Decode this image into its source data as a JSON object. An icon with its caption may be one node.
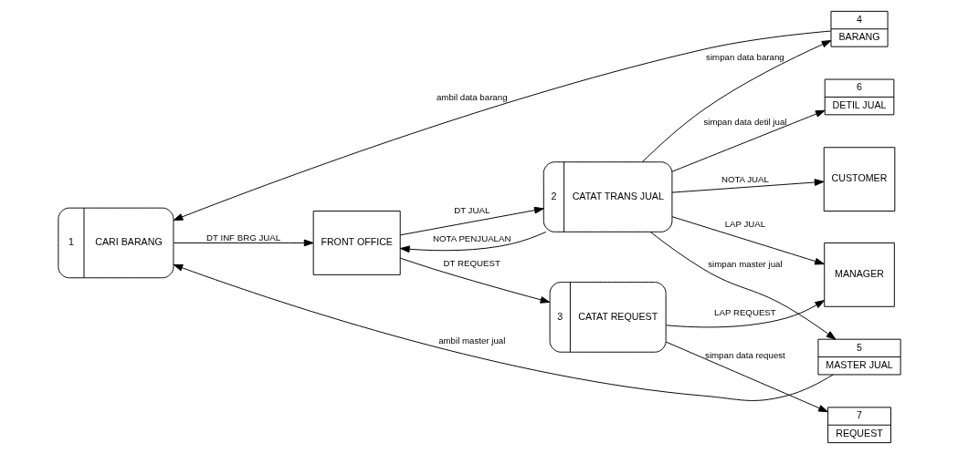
{
  "diagram": {
    "nodes": [
      {
        "text": [
          "1",
          "CARI BARANG"
        ]
      },
      {
        "text": [
          "4",
          "BARANG"
        ]
      },
      {
        "text": [
          "5",
          "MASTER JUAL"
        ]
      },
      {
        "text": [
          "FRONT OFFICE"
        ]
      },
      {
        "text": [
          "2",
          "CATAT TRANS JUAL"
        ]
      },
      {
        "text": [
          "6",
          "DETIL JUAL"
        ]
      },
      {
        "text": [
          "CUSTOMER"
        ]
      },
      {
        "text": [
          "3",
          "CATAT REQUEST"
        ]
      },
      {
        "text": [
          "MANAGER"
        ]
      },
      {
        "text": [
          "7",
          "REQUEST"
        ]
      }
    ],
    "edges": [
      {
        "from": 1,
        "to": 0,
        "arrow": "to",
        "label": "ambil data barang"
      },
      {
        "from": 2,
        "to": 0,
        "arrow": "to",
        "label": "ambil master jual"
      },
      {
        "from": 0,
        "to": 3,
        "arrow": "to",
        "label": "DT INF BRG JUAL"
      },
      {
        "from": 3,
        "to": 4,
        "arrow": "to",
        "label": "DT JUAL"
      },
      {
        "from": 4,
        "to": 3,
        "arrow": "to",
        "label": "NOTA PENJUALAN"
      },
      {
        "from": 4,
        "to": 8,
        "arrow": "to",
        "label": "LAP JUAL"
      },
      {
        "from": 4,
        "to": 1,
        "arrow": "to",
        "label": "simpan data barang"
      },
      {
        "from": 4,
        "to": 5,
        "arrow": "to",
        "label": "simpan data detil jual"
      },
      {
        "from": 4,
        "to": 2,
        "arrow": "to",
        "label": "simpan master jual"
      },
      {
        "from": 4,
        "to": 6,
        "arrow": "to",
        "label": "NOTA JUAL"
      },
      {
        "from": 3,
        "to": 7,
        "arrow": "to",
        "label": "DT REQUEST"
      },
      {
        "from": 7,
        "to": 8,
        "arrow": "to",
        "label": "LAP REQUEST"
      },
      {
        "from": 7,
        "to": 9,
        "arrow": "to",
        "label": "simpan data request"
      }
    ]
  }
}
